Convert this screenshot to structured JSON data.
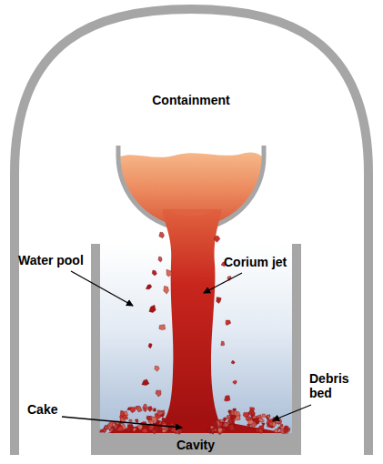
{
  "diagram": {
    "labels": [
      "Containment",
      "Water pool",
      "Corium jet",
      "Debris bed",
      "Cake",
      "Cavity"
    ]
  }
}
